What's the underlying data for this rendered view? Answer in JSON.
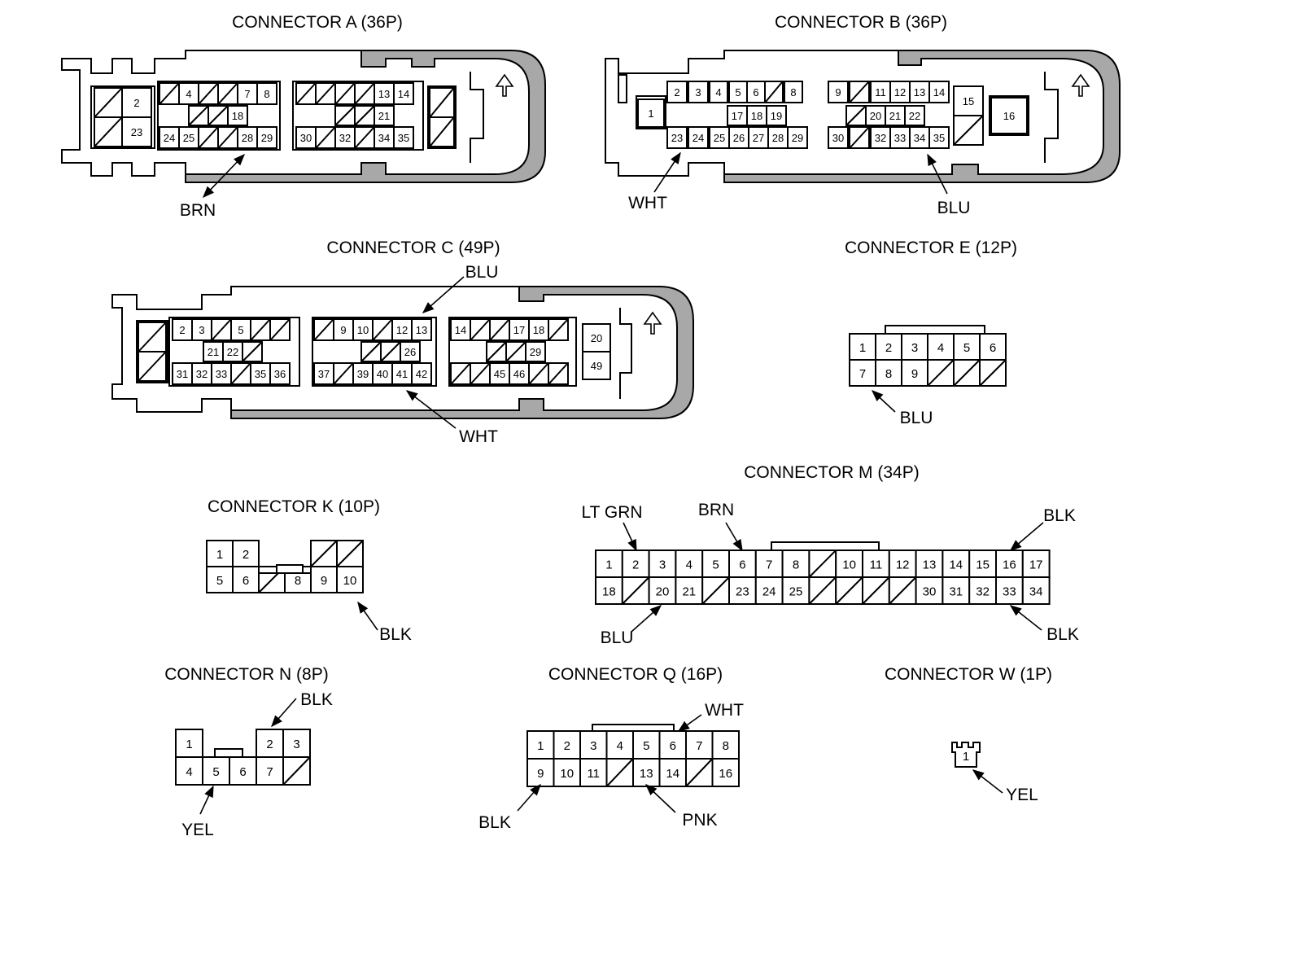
{
  "connectors": {
    "A": {
      "title": "CONNECTOR A (36P)",
      "top": [
        "2",
        "4",
        "7",
        "8",
        "13",
        "14"
      ],
      "mid": [
        "18",
        "21"
      ],
      "bot": [
        "23",
        "24",
        "25",
        "28",
        "29",
        "30",
        "32",
        "34",
        "35"
      ],
      "wire": "BRN"
    },
    "B": {
      "title": "CONNECTOR B (36P)",
      "top": [
        "1",
        "2",
        "3",
        "4",
        "5",
        "6",
        "8",
        "9",
        "11",
        "12",
        "13",
        "14",
        "15",
        "16"
      ],
      "mid": [
        "17",
        "18",
        "19",
        "20",
        "21",
        "22"
      ],
      "bot": [
        "23",
        "24",
        "25",
        "26",
        "27",
        "28",
        "29",
        "30",
        "32",
        "33",
        "34",
        "35"
      ],
      "wires": [
        "WHT",
        "BLU"
      ]
    },
    "C": {
      "title": "CONNECTOR C (49P)",
      "top": [
        "2",
        "3",
        "5",
        "9",
        "10",
        "12",
        "13",
        "14",
        "17",
        "18",
        "20"
      ],
      "mid": [
        "21",
        "22",
        "26",
        "29"
      ],
      "bot": [
        "31",
        "32",
        "33",
        "35",
        "36",
        "37",
        "39",
        "40",
        "41",
        "42",
        "45",
        "46",
        "49"
      ],
      "wires": [
        "BLU",
        "WHT"
      ]
    },
    "E": {
      "title": "CONNECTOR E (12P)",
      "top": [
        "1",
        "2",
        "3",
        "4",
        "5",
        "6"
      ],
      "bot": [
        "7",
        "8",
        "9",
        "",
        "",
        ""
      ],
      "wire": "BLU"
    },
    "K": {
      "title": "CONNECTOR K (10P)",
      "top": [
        "1",
        "2",
        "",
        ""
      ],
      "bot": [
        "5",
        "6",
        "",
        "8",
        "9",
        "10"
      ],
      "wire": "BLK"
    },
    "M": {
      "title": "CONNECTOR M (34P)",
      "top": [
        "1",
        "2",
        "3",
        "4",
        "5",
        "6",
        "7",
        "8",
        "",
        "10",
        "11",
        "12",
        "13",
        "14",
        "15",
        "16",
        "17"
      ],
      "bot": [
        "18",
        "",
        "20",
        "21",
        "",
        "23",
        "24",
        "25",
        "",
        "",
        "",
        "",
        "30",
        "31",
        "32",
        "33",
        "34"
      ],
      "wires": [
        "LT GRN",
        "BRN",
        "BLK",
        "BLU",
        "BLK"
      ]
    },
    "N": {
      "title": "CONNECTOR N (8P)",
      "top": [
        "1",
        "2",
        "3"
      ],
      "bot": [
        "4",
        "5",
        "6",
        "7",
        ""
      ],
      "wires": [
        "BLK",
        "YEL"
      ]
    },
    "Q": {
      "title": "CONNECTOR Q (16P)",
      "top": [
        "1",
        "2",
        "3",
        "4",
        "5",
        "6",
        "7",
        "8"
      ],
      "bot": [
        "9",
        "10",
        "11",
        "",
        "13",
        "14",
        "",
        "16"
      ],
      "wires": [
        "WHT",
        "BLK",
        "PNK"
      ]
    },
    "W": {
      "title": "CONNECTOR W (1P)",
      "pin": "1",
      "wire": "YEL"
    }
  }
}
